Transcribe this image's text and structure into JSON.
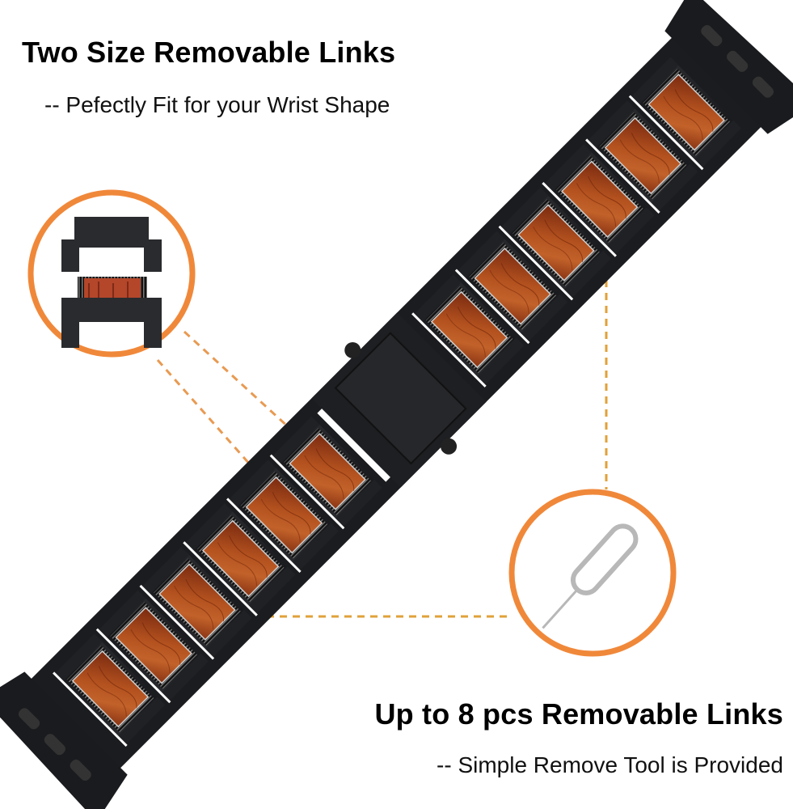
{
  "top_caption": {
    "title": "Two Size Removable Links",
    "subtitle": "-- Pefectly Fit for your Wrist Shape"
  },
  "bottom_caption": {
    "title": "Up to 8 pcs Removable Links",
    "subtitle": "-- Simple Remove Tool is Provided"
  },
  "colors": {
    "background": "#ffffff",
    "accent_orange": "#f0883a",
    "dash_orange": "#e8a24a",
    "metal_black": "#1c1d20",
    "wood": "#a8451c"
  },
  "callouts": [
    {
      "name": "link-detail",
      "icon": "removable-link-icon"
    },
    {
      "name": "remove-tool",
      "icon": "sim-pin-tool-icon"
    }
  ]
}
